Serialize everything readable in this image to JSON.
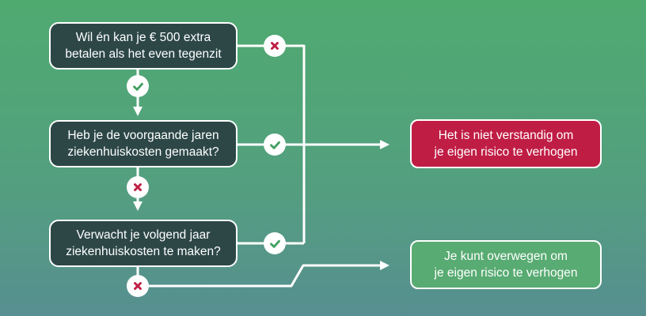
{
  "flowchart": {
    "questions": [
      {
        "text": "Wil én kan je € 500 extra\nbetalen als het even tegenzit"
      },
      {
        "text": "Heb je de voorgaande jaren\nziekenhuiskosten gemaakt?"
      },
      {
        "text": "Verwacht je volgend jaar\nziekenhuiskosten te maken?"
      }
    ],
    "outcomes": [
      {
        "tone": "negative",
        "text": "Het is niet verstandig om\nje eigen risico te verhogen"
      },
      {
        "tone": "positive",
        "text": "Je kunt overwegen om\nje eigen risico te verhogen"
      }
    ],
    "decision_markers": [
      {
        "position": "right-of-question-1",
        "icon": "cross-icon",
        "meaning": "no"
      },
      {
        "position": "below-question-1",
        "icon": "check-icon",
        "meaning": "yes"
      },
      {
        "position": "right-of-question-2",
        "icon": "check-icon",
        "meaning": "yes"
      },
      {
        "position": "below-question-2",
        "icon": "cross-icon",
        "meaning": "no"
      },
      {
        "position": "right-of-question-3",
        "icon": "check-icon",
        "meaning": "yes"
      },
      {
        "position": "below-question-3",
        "icon": "cross-icon",
        "meaning": "no"
      }
    ]
  },
  "colors": {
    "background_top": "#4faa70",
    "background_bottom": "#578f90",
    "question_box": "#2d4747",
    "outcome_negative": "#c01d45",
    "outcome_positive": "#58ab72",
    "check_green": "#3fa05f",
    "cross_red": "#c01d45",
    "connector": "#ffffff"
  }
}
